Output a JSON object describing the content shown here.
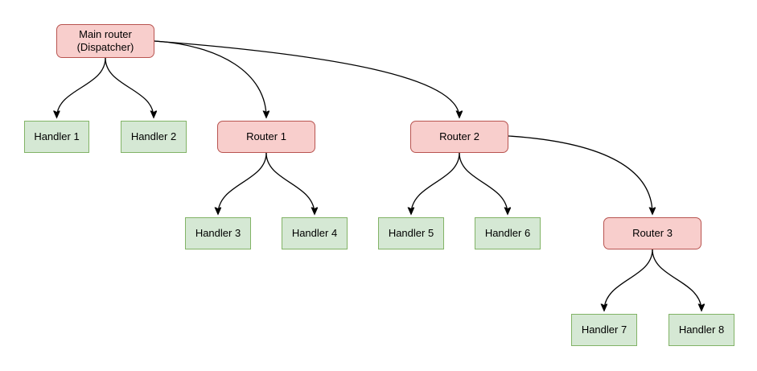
{
  "diagram": {
    "colors": {
      "router_fill": "#f8cecc",
      "router_stroke": "#b85450",
      "handler_fill": "#d5e8d4",
      "handler_stroke": "#82b366",
      "edge_color": "#000000",
      "background": "#ffffff"
    },
    "nodes": {
      "main": {
        "label": "Main router\n(Dispatcher)",
        "type": "router"
      },
      "handler1": {
        "label": "Handler 1",
        "type": "handler"
      },
      "handler2": {
        "label": "Handler 2",
        "type": "handler"
      },
      "router1": {
        "label": "Router 1",
        "type": "router"
      },
      "router2": {
        "label": "Router 2",
        "type": "router"
      },
      "handler3": {
        "label": "Handler 3",
        "type": "handler"
      },
      "handler4": {
        "label": "Handler 4",
        "type": "handler"
      },
      "handler5": {
        "label": "Handler 5",
        "type": "handler"
      },
      "handler6": {
        "label": "Handler 6",
        "type": "handler"
      },
      "router3": {
        "label": "Router 3",
        "type": "router"
      },
      "handler7": {
        "label": "Handler 7",
        "type": "handler"
      },
      "handler8": {
        "label": "Handler 8",
        "type": "handler"
      }
    },
    "edges": [
      {
        "from": "main",
        "to": "handler1"
      },
      {
        "from": "main",
        "to": "handler2"
      },
      {
        "from": "main",
        "to": "router1"
      },
      {
        "from": "main",
        "to": "router2"
      },
      {
        "from": "router1",
        "to": "handler3"
      },
      {
        "from": "router1",
        "to": "handler4"
      },
      {
        "from": "router2",
        "to": "handler5"
      },
      {
        "from": "router2",
        "to": "handler6"
      },
      {
        "from": "router2",
        "to": "router3"
      },
      {
        "from": "router3",
        "to": "handler7"
      },
      {
        "from": "router3",
        "to": "handler8"
      }
    ]
  }
}
